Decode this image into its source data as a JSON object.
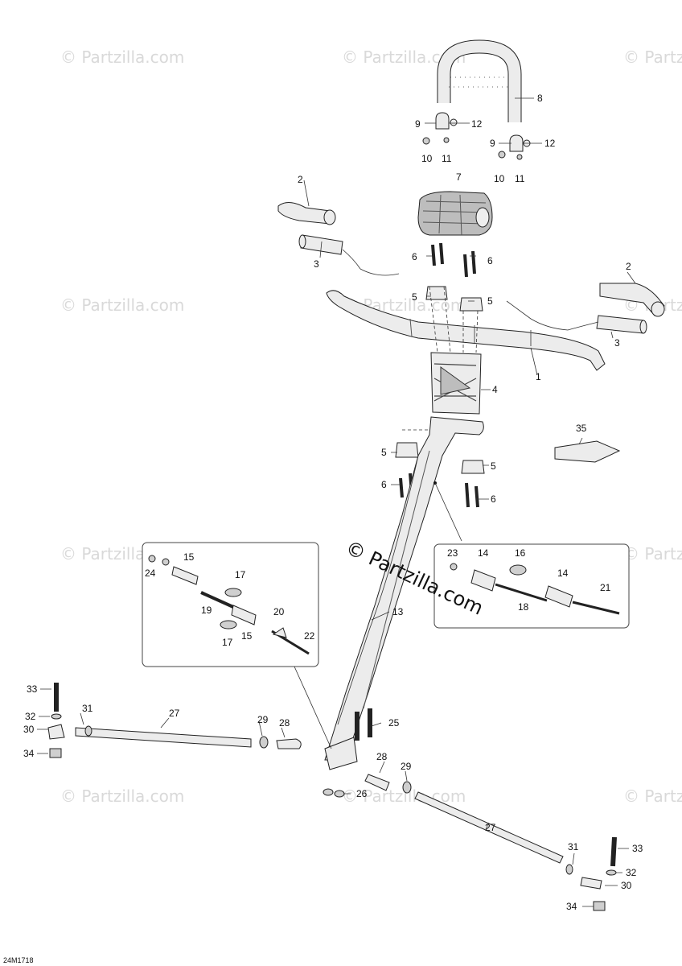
{
  "watermark": {
    "text": "© Partzilla.com"
  },
  "center_watermark": {
    "text": "© Partzilla.com"
  },
  "diagram_code": "24M1718",
  "callouts": {
    "c1": "1",
    "c2a": "2",
    "c2b": "2",
    "c3a": "3",
    "c3b": "3",
    "c4": "4",
    "c5a": "5",
    "c5b": "5",
    "c5c": "5",
    "c5d": "5",
    "c6a": "6",
    "c6b": "6",
    "c6c": "6",
    "c6d": "6",
    "c7": "7",
    "c8": "8",
    "c9a": "9",
    "c9b": "9",
    "c10a": "10",
    "c10b": "10",
    "c11a": "11",
    "c11b": "11",
    "c12a": "12",
    "c12b": "12",
    "c13": "13",
    "c14a": "14",
    "c14b": "14",
    "c15a": "15",
    "c15b": "15",
    "c16": "16",
    "c17a": "17",
    "c17b": "17",
    "c18": "18",
    "c19": "19",
    "c20": "20",
    "c21": "21",
    "c22": "22",
    "c23": "23",
    "c24": "24",
    "c25": "25",
    "c26": "26",
    "c27a": "27",
    "c27b": "27",
    "c28a": "28",
    "c28b": "28",
    "c29a": "29",
    "c29b": "29",
    "c30a": "30",
    "c30b": "30",
    "c31a": "31",
    "c31b": "31",
    "c32a": "32",
    "c32b": "32",
    "c33a": "33",
    "c33b": "33",
    "c34a": "34",
    "c34b": "34",
    "c35": "35"
  }
}
